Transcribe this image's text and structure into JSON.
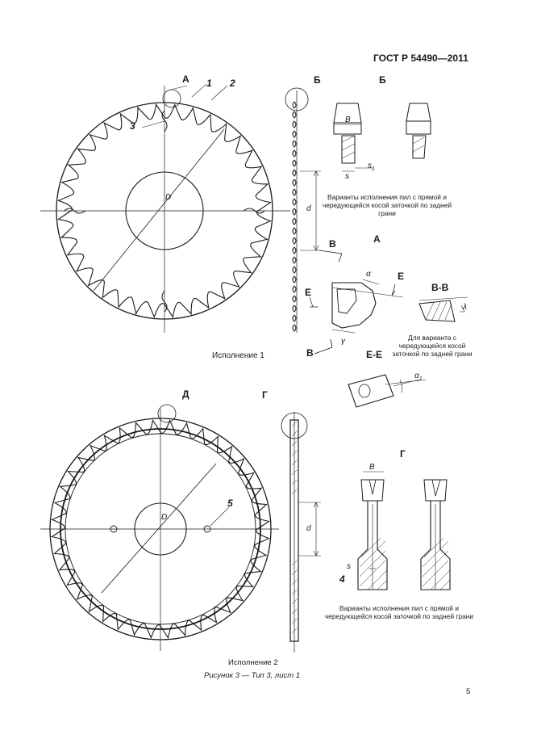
{
  "header": {
    "standard": "ГОСТ Р 54490—2011"
  },
  "figure": {
    "caption": "Рисунок 3 — Тип 3, лист 1",
    "page_number": "5",
    "variant1_title": "Исполнение 1",
    "variant2_title": "Исполнение 2"
  },
  "labels": {
    "A": "А",
    "B": "Б",
    "V": "В",
    "G": "Г",
    "D": "Д",
    "E": "Е",
    "VV": "В-В",
    "EE": "Е-Е",
    "n1": "1",
    "n2": "2",
    "n3": "3",
    "n4": "4",
    "n5": "5",
    "D_dim": "D",
    "d_dim": "d",
    "B_dim": "B",
    "s_dim": "s",
    "s1_dim": "s",
    "s1_sub": "1",
    "alpha": "α",
    "alpha1": "α",
    "alpha1_sub": "1",
    "gamma": "γ",
    "lambda": "λ"
  },
  "notes": {
    "top_note": "Варианты исполнения пил с прямой и чередующейся косой заточкой по задней грани",
    "side_note": "Для варианта с чередующейся косой заточкой по задней грани",
    "bottom_note": "Варианты исполнения пил с прямой и чередующейся косой заточкой по задней грани"
  }
}
